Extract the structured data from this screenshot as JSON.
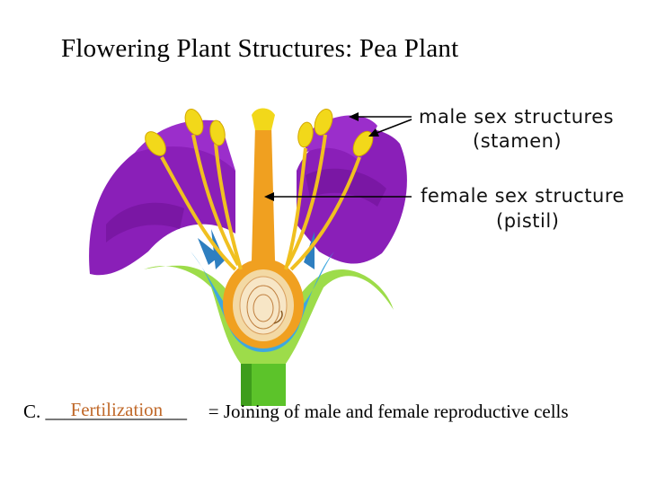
{
  "title": "Flowering Plant Structures: Pea Plant",
  "labels": {
    "male_line1": "male sex structures",
    "male_line2": "(stamen)",
    "female_line1": "female sex structure",
    "female_line2": "(pistil)"
  },
  "caption": {
    "prefix": "C.",
    "underscores": "_______________",
    "answer": "Fertilization",
    "definition": "= Joining of male and female reproductive cells"
  },
  "colors": {
    "petal": "#8a1fb8",
    "petal_dark": "#6a1090",
    "anther": "#f2d81a",
    "filament": "#f0c020",
    "ovary": "#f0a020",
    "sepal_blue": "#3ea7e0",
    "sepal_green": "#9ddc4a",
    "stem": "#5cc32a",
    "answer": "#c0692a"
  }
}
